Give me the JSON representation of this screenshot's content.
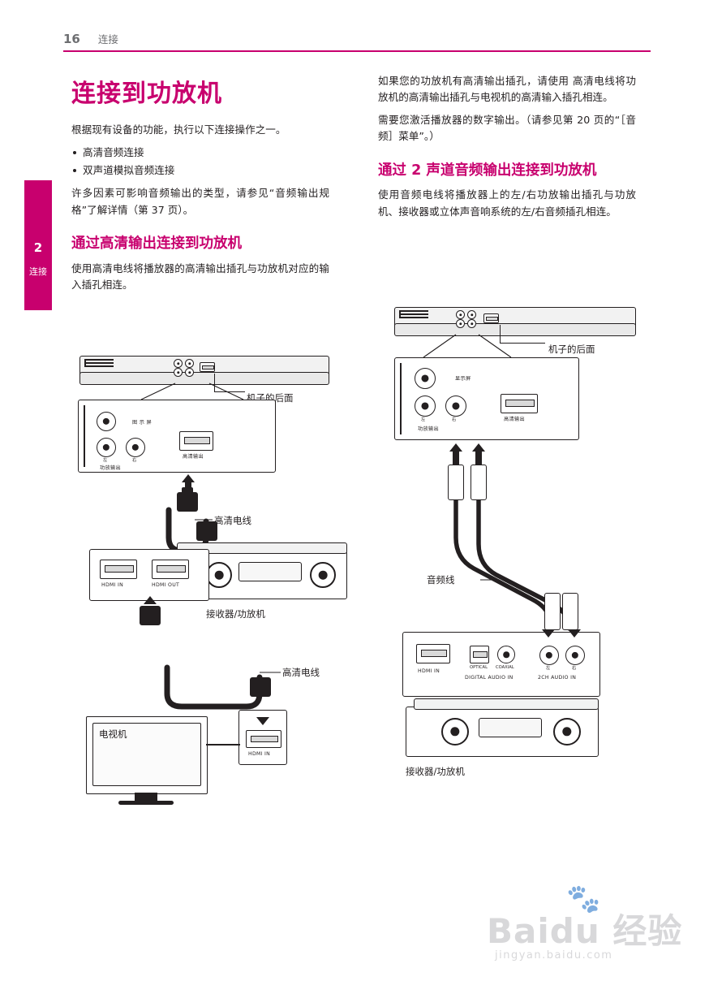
{
  "header": {
    "page_number": "16",
    "section": "连接"
  },
  "side_tab": {
    "number": "2",
    "label": "连接"
  },
  "left_column": {
    "title": "连接到功放机",
    "intro": "根据现有设备的功能，执行以下连接操作之一。",
    "bullets": [
      "高清音频连接",
      "双声道模拟音频连接"
    ],
    "note": "许多因素可影响音频输出的类型，请参见“音频输出规格”了解详情（第 37 页）。",
    "subtitle": "通过高清输出连接到功放机",
    "body": "使用高清电线将播放器的高清输出插孔与功放机对应的输入插孔相连。"
  },
  "right_column": {
    "para1": "如果您的功放机有高清输出插孔，请使用 高清电线将功放机的高清输出插孔与电视机的高清输入插孔相连。",
    "para2": "需要您激活播放器的数字输出。（请参见第 20 页的“［音频］菜单”。）",
    "subtitle": "通过 2 声道音频输出连接到功放机",
    "body": "使用音频电线将播放器上的左/右功放输出插孔与功放机、接收器或立体声音响系统的左/右音频插孔相连。"
  },
  "figure_left": {
    "rear_label": "机子的后面",
    "panel_video": "图 示 屏",
    "panel_left": "左",
    "panel_right": "右",
    "panel_amp_out": "功放输出",
    "panel_hdmi_out": "高清输出",
    "cable_label_1": "高清电线",
    "receiver_label": "接收器/功放机",
    "hdmi_in_1": "HDMI IN",
    "hdmi_out_1": "HDMI OUT",
    "cable_label_2": "高清电线",
    "tv_label": "电视机",
    "tv_hdmi_in": "HDMI IN"
  },
  "figure_right": {
    "rear_label": "机子的后面",
    "panel_video": "显示屏",
    "panel_left": "左",
    "panel_right": "右",
    "panel_amp_out": "功放输出",
    "panel_hdmi_out": "高清输出",
    "cable_label": "音频线",
    "hdmi_in": "HDMI IN",
    "digital_audio_in": "DIGITAL AUDIO IN",
    "optical": "OPTICAL",
    "coaxial": "COAXIAL",
    "ch2_audio_in": "2CH AUDIO IN",
    "left": "左",
    "right": "右",
    "receiver_label": "接收器/功放机"
  },
  "watermark": {
    "main": "Baidu 经验",
    "sub": "jingyan.baidu.com"
  },
  "colors": {
    "accent": "#c8006e",
    "text": "#231f20",
    "muted": "#6d6e71"
  }
}
